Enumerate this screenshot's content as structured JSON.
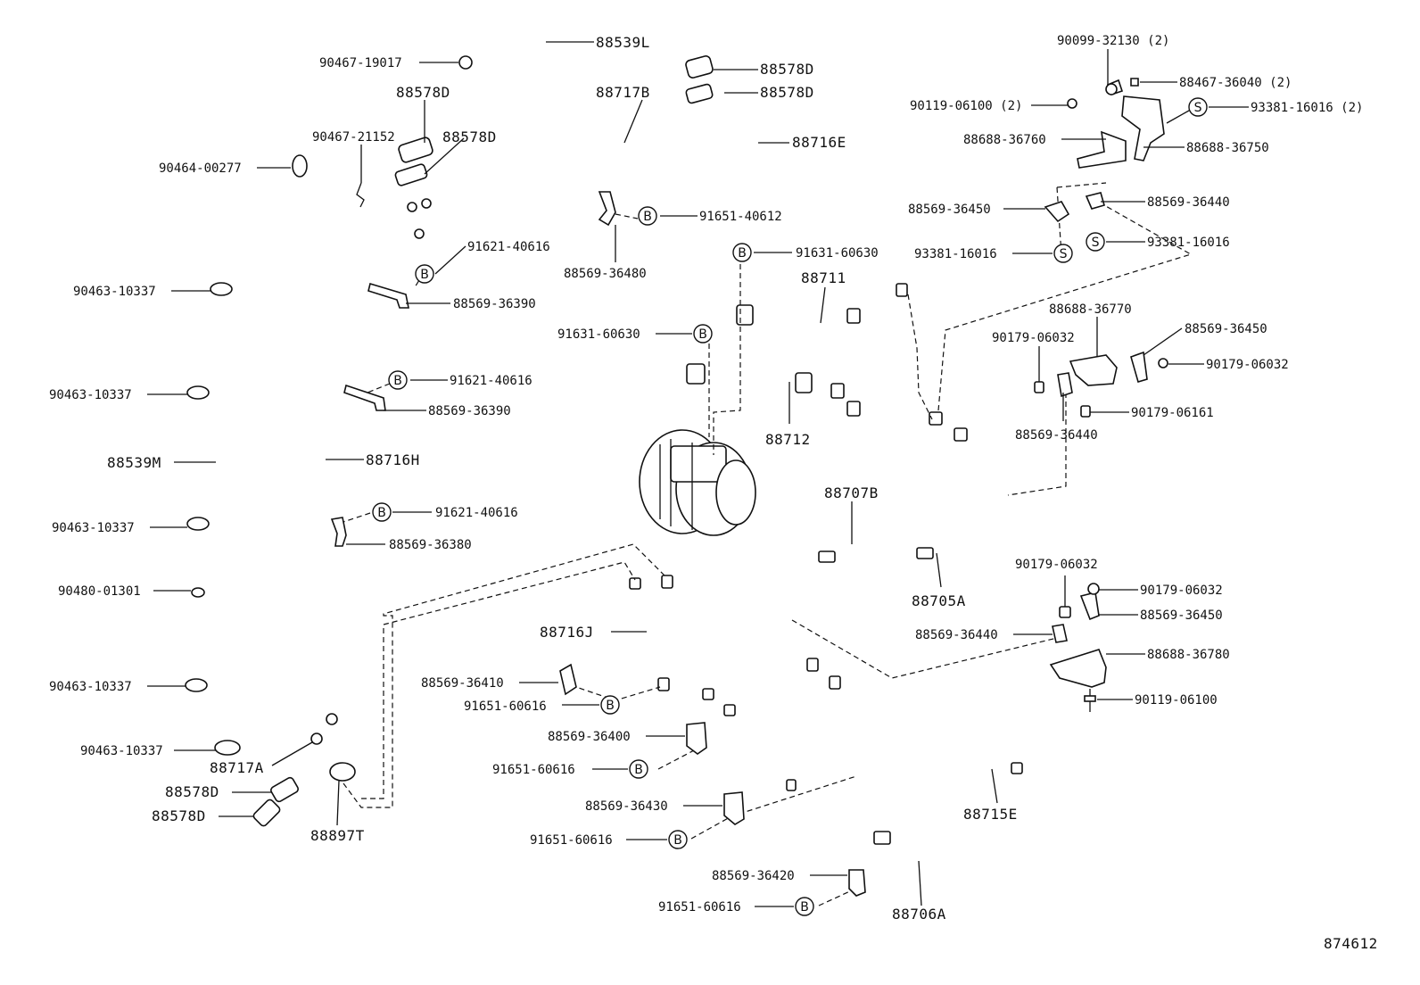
{
  "diagram_id": "874612",
  "badges": {
    "b": "B",
    "s": "S"
  },
  "labels": {
    "p88539L": "88539L",
    "p90467_19017": "90467-19017",
    "p88578D_a": "88578D",
    "p88578D_b": "88578D",
    "p88578D_c": "88578D",
    "p88578D_d": "88578D",
    "p88578D_e": "88578D",
    "p88578D_f": "88578D",
    "p88717B": "88717B",
    "p90467_21152": "90467-21152",
    "p90464_00277": "90464-00277",
    "p88716E": "88716E",
    "p91651_40612": "91651-40612",
    "p88569_36480": "88569-36480",
    "p91621_40616_a": "91621-40616",
    "p88569_36390_a": "88569-36390",
    "p91621_40616_b": "91621-40616",
    "p88569_36390_b": "88569-36390",
    "p91621_40616_c": "91621-40616",
    "p88569_36380": "88569-36380",
    "p88716H": "88716H",
    "p88539M": "88539M",
    "p90463_10337_a": "90463-10337",
    "p90463_10337_b": "90463-10337",
    "p90463_10337_c": "90463-10337",
    "p90480_01301": "90480-01301",
    "p90463_10337_d": "90463-10337",
    "p90463_10337_e": "90463-10337",
    "p88717A": "88717A",
    "p88897T": "88897T",
    "p91631_60630_a": "91631-60630",
    "p91631_60630_b": "91631-60630",
    "p88711": "88711",
    "p88712": "88712",
    "p88707B": "88707B",
    "p88705A": "88705A",
    "p88716J": "88716J",
    "p88569_36410": "88569-36410",
    "p91651_60616_a": "91651-60616",
    "p88569_36400": "88569-36400",
    "p91651_60616_b": "91651-60616",
    "p88569_36430": "88569-36430",
    "p91651_60616_c": "91651-60616",
    "p88569_36420": "88569-36420",
    "p91651_60616_d": "91651-60616",
    "p88706A": "88706A",
    "p88715E": "88715E",
    "p90099_32130": "90099-32130 (2)",
    "p88467_36040": "88467-36040 (2)",
    "p90119_06100_2": "90119-06100 (2)",
    "p93381_16016_2": "93381-16016 (2)",
    "p88688_36760": "88688-36760",
    "p88688_36750": "88688-36750",
    "p88569_36450_a": "88569-36450",
    "p88569_36440_a": "88569-36440",
    "p93381_16016_a": "93381-16016",
    "p93381_16016_b": "93381-16016",
    "p88688_36770": "88688-36770",
    "p90179_06032_a": "90179-06032",
    "p88569_36450_b": "88569-36450",
    "p90179_06032_b": "90179-06032",
    "p90179_06161": "90179-06161",
    "p88569_36440_b": "88569-36440",
    "p90179_06032_c": "90179-06032",
    "p90179_06032_d": "90179-06032",
    "p88569_36450_c": "88569-36450",
    "p88569_36440_c": "88569-36440",
    "p88688_36780": "88688-36780",
    "p90119_06100": "90119-06100"
  }
}
